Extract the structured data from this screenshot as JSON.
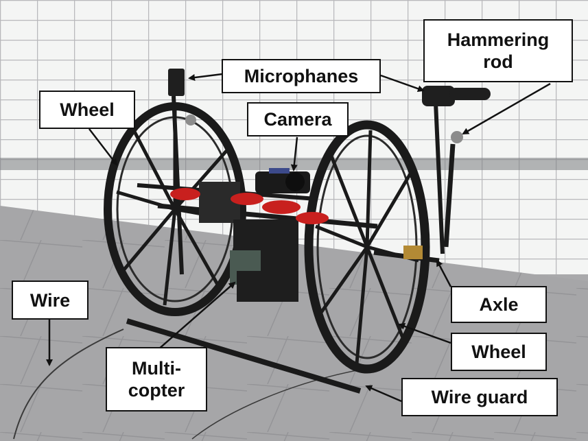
{
  "labels": {
    "microphones": "Microphanes",
    "hammering_rod": "Hammering\nrod",
    "wheel_left": "Wheel",
    "camera": "Camera",
    "wire": "Wire",
    "multicopter": "Multi-\ncopter",
    "axle": "Axle",
    "wheel_right": "Wheel",
    "wire_guard": "Wire guard"
  },
  "colors": {
    "tile": "#f4f5f4",
    "grout": "#b8b8bb",
    "pavement": "#a6a6a8",
    "frame": "#1a1a1a",
    "propeller": "#c8201e",
    "label_border": "#111111"
  }
}
